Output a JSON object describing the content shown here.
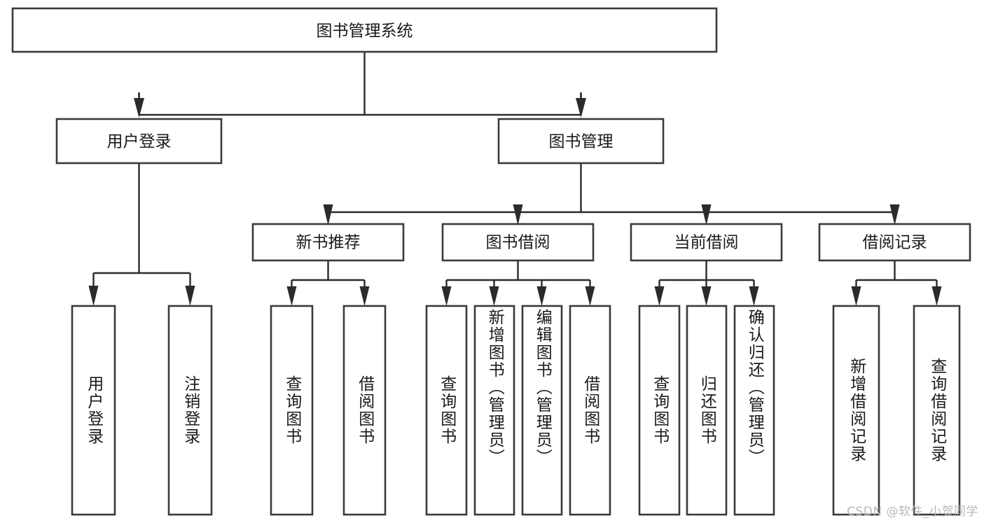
{
  "diagram": {
    "type": "tree",
    "title_node": {
      "label": "图书管理系统"
    },
    "level2": [
      {
        "id": "user-login",
        "label": "用户登录"
      },
      {
        "id": "book-manage",
        "label": "图书管理"
      }
    ],
    "level3": [
      {
        "id": "new-book-recommend",
        "label": "新书推荐"
      },
      {
        "id": "book-borrow",
        "label": "图书借阅"
      },
      {
        "id": "current-borrow",
        "label": "当前借阅"
      },
      {
        "id": "borrow-record",
        "label": "借阅记录"
      }
    ],
    "leaves": [
      {
        "id": "leaf-user-login",
        "label": "用户登录",
        "parent": "user-login"
      },
      {
        "id": "leaf-logout-login",
        "label": "注销登录",
        "parent": "user-login"
      },
      {
        "id": "leaf-query-book-1",
        "label": "查询图书",
        "parent": "new-book-recommend"
      },
      {
        "id": "leaf-borrow-book-1",
        "label": "借阅图书",
        "parent": "new-book-recommend"
      },
      {
        "id": "leaf-query-book-2",
        "label": "查询图书",
        "parent": "book-borrow"
      },
      {
        "id": "leaf-add-book",
        "label": "新增图书（管理员）",
        "parent": "book-borrow"
      },
      {
        "id": "leaf-edit-book",
        "label": "编辑图书（管理员）",
        "parent": "book-borrow"
      },
      {
        "id": "leaf-borrow-book-2",
        "label": "借阅图书",
        "parent": "book-borrow"
      },
      {
        "id": "leaf-query-book-3",
        "label": "查询图书",
        "parent": "current-borrow"
      },
      {
        "id": "leaf-return-book",
        "label": "归还图书",
        "parent": "current-borrow"
      },
      {
        "id": "leaf-confirm-return",
        "label": "确认归还（管理员）",
        "parent": "current-borrow"
      },
      {
        "id": "leaf-add-record",
        "label": "新增借阅记录",
        "parent": "borrow-record"
      },
      {
        "id": "leaf-query-record",
        "label": "查询借阅记录",
        "parent": "borrow-record"
      }
    ],
    "watermark": "CSDN @软件_小贺同学",
    "colors": {
      "box_stroke": "#3a3a3a",
      "connector": "#2b2b2b",
      "text": "#1a1a1a",
      "background": "#ffffff",
      "watermark": "#b9b9b9"
    }
  }
}
